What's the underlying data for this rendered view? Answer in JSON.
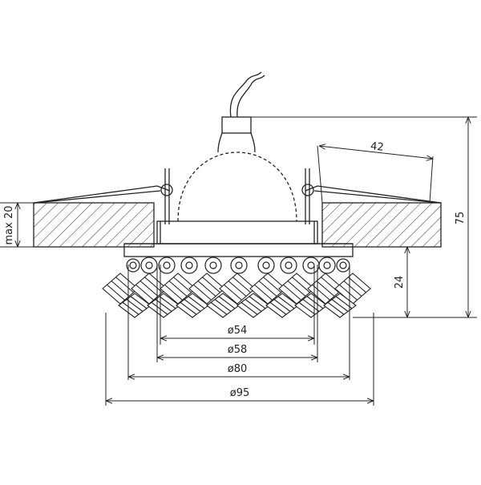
{
  "drawing": {
    "labels": {
      "d54": "ø54",
      "d58": "ø58",
      "d80": "ø80",
      "d95": "ø95",
      "depth_fixture": "42",
      "height_total": "75",
      "height_lower": "24",
      "ceiling_max": "max 20"
    },
    "colors": {
      "line": "#222222",
      "hatch": "#333333",
      "background": "#ffffff"
    }
  }
}
